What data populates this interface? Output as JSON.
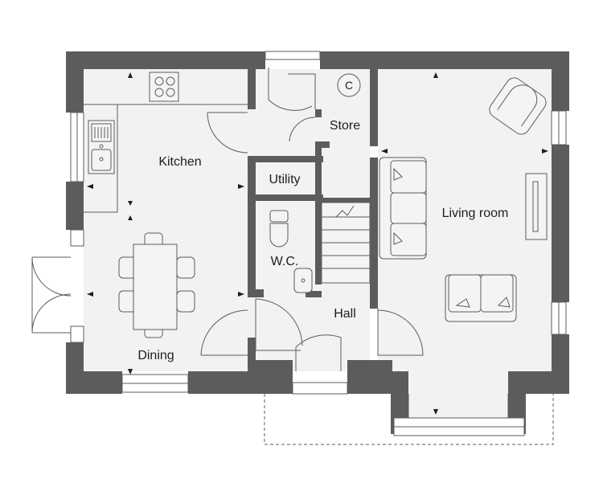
{
  "rooms": {
    "kitchen": "Kitchen",
    "store": "Store",
    "store_cupboard": "C",
    "utility": "Utility",
    "wc": "W.C.",
    "hall": "Hall",
    "living_room": "Living room",
    "dining": "Dining"
  },
  "icons": {
    "hob": "hob-icon",
    "sink": "sink-icon",
    "dining_table": "dining-table-icon",
    "toilet": "toilet-icon",
    "basin": "basin-icon",
    "stairs": "stairs-icon",
    "armchair": "armchair-icon",
    "sofa": "sofa-icon",
    "tv": "tv-unit-icon",
    "boiler": "boiler-cupboard-icon"
  },
  "colors": {
    "wall": "#5b5c5e",
    "floor": "#f1f2f2",
    "text": "#1e1e1e"
  }
}
